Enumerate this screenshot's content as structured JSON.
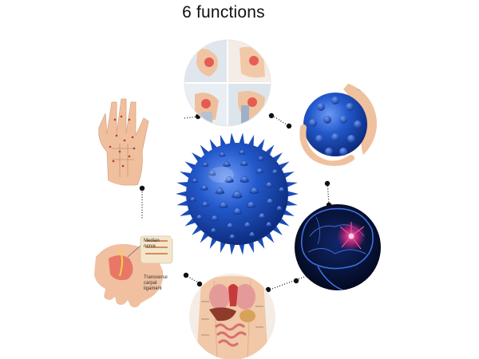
{
  "title": "6 functions",
  "colors": {
    "ball": "#1f56c8",
    "ball_dark": "#0e2f86",
    "ball_light": "#5d8cf0",
    "skin": "#f1c6a3",
    "connector": "#222222",
    "highlight": "#e23a3a",
    "brain_bg": "#05102e",
    "brain_line": "#3f6ee0"
  },
  "functions": [
    {
      "icon": "joint-pain-icon"
    },
    {
      "icon": "hand-grip-icon"
    },
    {
      "icon": "brain-nerve-icon"
    },
    {
      "icon": "internal-organs-icon"
    },
    {
      "icon": "carpal-tunnel-icon"
    },
    {
      "icon": "hand-acupoint-icon"
    }
  ],
  "carpal_labels": {
    "median_nerve": "Median\nnerve",
    "transverse_ligament": "Transverse\ncarpal\nligament"
  }
}
